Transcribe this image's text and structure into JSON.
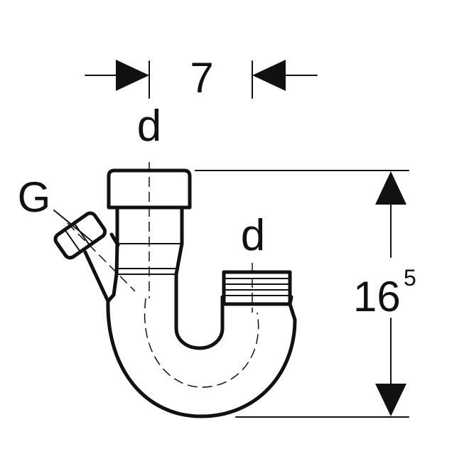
{
  "labels": {
    "width_value": "7",
    "inlet_diameter": "d",
    "outlet_diameter": "d",
    "side_connection": "G",
    "height_value": "16",
    "height_superscript": "5"
  }
}
